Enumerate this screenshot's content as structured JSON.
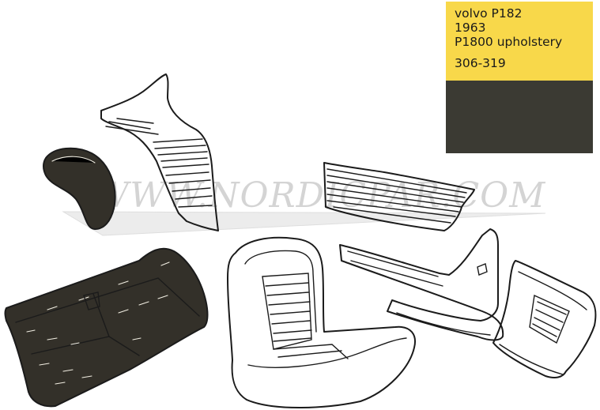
{
  "info_panel": {
    "lines": [
      "volvo P182",
      "1963",
      "P1800 upholstery",
      "306-319"
    ],
    "colors": {
      "top": "#f8d84a",
      "bottom": "#3b3a33"
    }
  },
  "watermark": {
    "text": "WWW.NORDICPAR.COM",
    "color": "#d4d4d4"
  },
  "ink_color": "#1b1b1b",
  "parts": [
    "armrest-cushion-icon",
    "rear-side-panel-icon",
    "rear-bench-seat-icon",
    "front-bucket-seat-icon",
    "upper-door-panel-icon",
    "lower-door-panel-icon",
    "kick-panel-icon"
  ]
}
